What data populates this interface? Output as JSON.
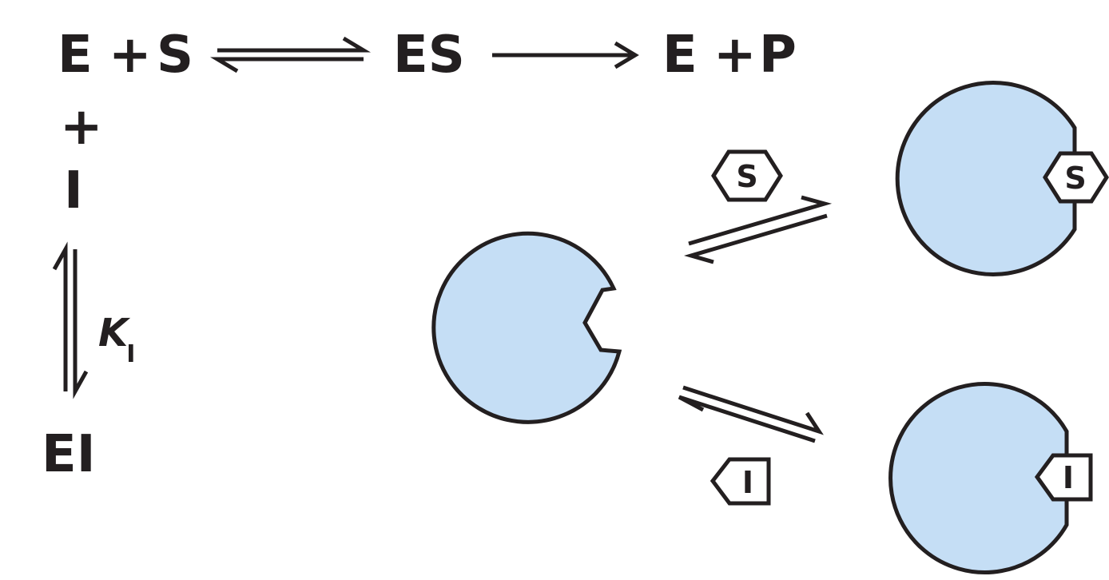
{
  "scheme": {
    "E": "E",
    "plus": "+",
    "S": "S",
    "ES": "ES",
    "P": "P",
    "I": "I",
    "EI": "EI",
    "Ki_main": "K",
    "Ki_sub": "I"
  },
  "cartoon": {
    "substrate_label": "S",
    "inhibitor_label": "I",
    "enzyme_fill": "#c5def5",
    "outline": "#231f20"
  }
}
